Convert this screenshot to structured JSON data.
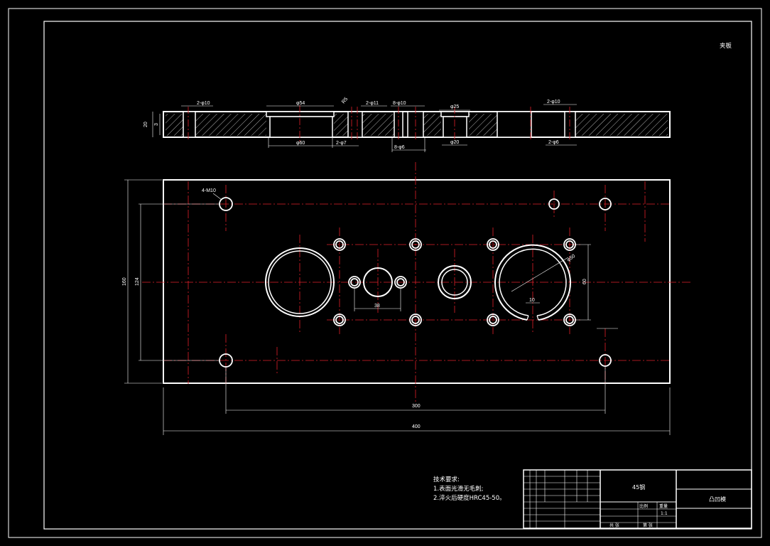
{
  "drawing": {
    "corner_label": "夹板",
    "section_labels": {
      "d_left": "2-φ10",
      "d_54": "φ54",
      "d_r": "R5",
      "d_11": "2-φ11",
      "d_8_10": "8-φ10",
      "d_25": "φ25",
      "d_2_10_right": "2-φ10",
      "d_60": "φ60",
      "d_7": "2-φ7",
      "d_8_6": "8-φ6",
      "d_20": "φ20",
      "d_2_6": "2-φ6",
      "height_20": "20",
      "height_3": "3"
    },
    "plan_labels": {
      "hole_4": "4-M10",
      "width_400": "400",
      "width_300": "300",
      "height_160": "160",
      "height_124": "124",
      "dim_38": "38",
      "dim_10": "10",
      "dim_60": "60",
      "dim_r": "φ50"
    },
    "tech_notes": {
      "title": "技术要求:",
      "line1": "1.表面光滑无毛刺;",
      "line2": "2.淬火后硬度HRC45-50。"
    },
    "title_block": {
      "material": "45钢",
      "part_name": "凸凹模",
      "scale_label": "比例",
      "weight_label": "重量",
      "sheet_label": "共 张",
      "sheet2_label": "第 张",
      "ratio": "1:1"
    }
  }
}
